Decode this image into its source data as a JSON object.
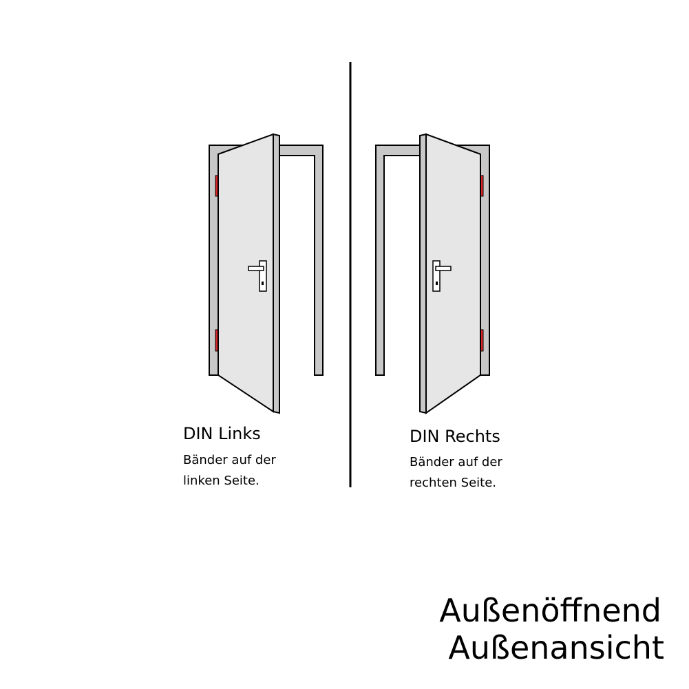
{
  "left": {
    "title": "DIN Links",
    "line1": "Bänder auf der",
    "line2": "linken Seite."
  },
  "right": {
    "title": "DIN Rechts",
    "line1": "Bänder auf der",
    "line2": "rechten Seite."
  },
  "caption": {
    "line1": "Außenöffnend",
    "line2": "Außenansicht"
  },
  "colors": {
    "frame": "#c8c8c8",
    "door": "#e6e6e6",
    "hinge": "#d62828"
  }
}
